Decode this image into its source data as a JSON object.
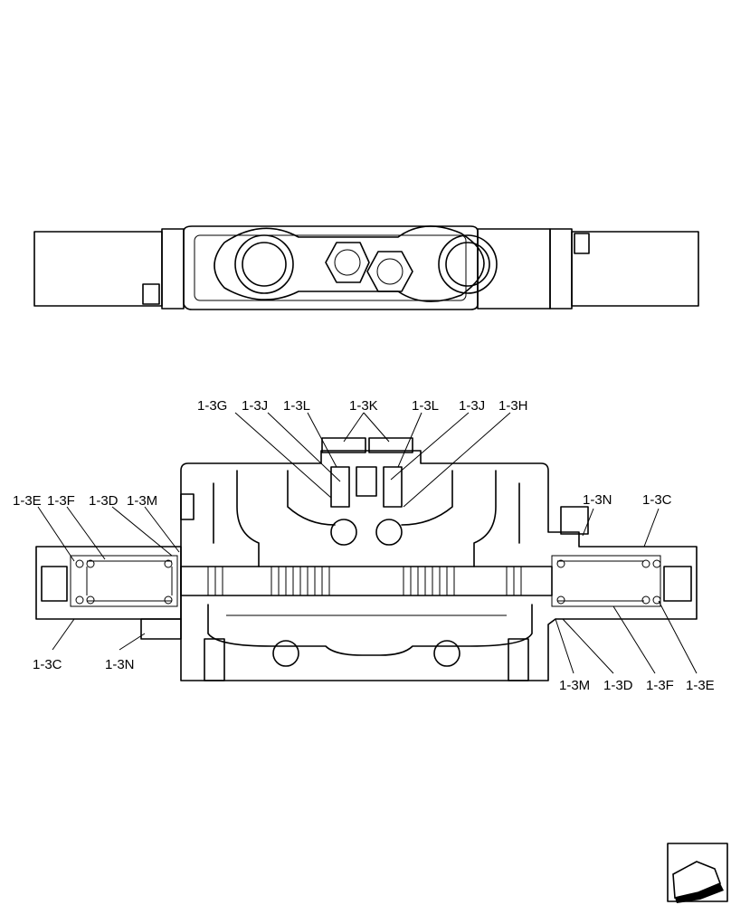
{
  "diagram": {
    "callouts_top": [
      "1-3G",
      "1-3J",
      "1-3L",
      "1-3K",
      "1-3L",
      "1-3J",
      "1-3H"
    ],
    "callouts_left_upper": [
      "1-3E",
      "1-3F",
      "1-3D",
      "1-3M"
    ],
    "callouts_left_lower": [
      "1-3C",
      "1-3N"
    ],
    "callouts_right_upper": [
      "1-3N",
      "1-3C"
    ],
    "callouts_right_lower": [
      "1-3M",
      "1-3D",
      "1-3F",
      "1-3E"
    ]
  },
  "icons": {
    "corner": "next-page-arrow-icon"
  }
}
